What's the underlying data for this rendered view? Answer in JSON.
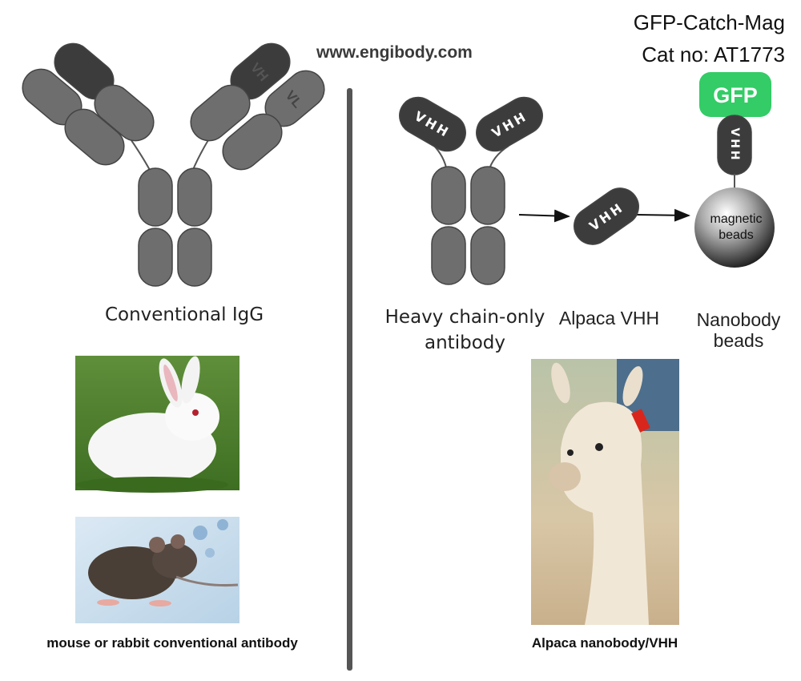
{
  "header": {
    "website": "www.engibody.com",
    "product_name": "GFP-Catch-Mag",
    "catalog": "Cat no: AT1773"
  },
  "conventional": {
    "caption": "Conventional IgG",
    "vh_label": "VH",
    "vl_label": "VL",
    "photo_caption": "mouse or rabbit  conventional antibody"
  },
  "heavy_chain": {
    "caption_line1": "Heavy chain-only",
    "caption_line2": "antibody",
    "domain_label": "VHH"
  },
  "alpaca_vhh": {
    "caption": "Alpaca VHH",
    "domain_label": "VHH"
  },
  "nanobody_beads": {
    "caption_line1": "Nanobody",
    "caption_line2": "beads",
    "gfp_label": "GFP",
    "domain_label": "VHH",
    "bead_line1": "magnetic",
    "bead_line2": "beads"
  },
  "alpaca": {
    "photo_caption": "Alpaca nanobody/VHH"
  },
  "colors": {
    "domain_light": "#6e6e6e",
    "domain_dark": "#3c3c3c",
    "gfp_green": "#33cc66",
    "divider": "#555555"
  }
}
